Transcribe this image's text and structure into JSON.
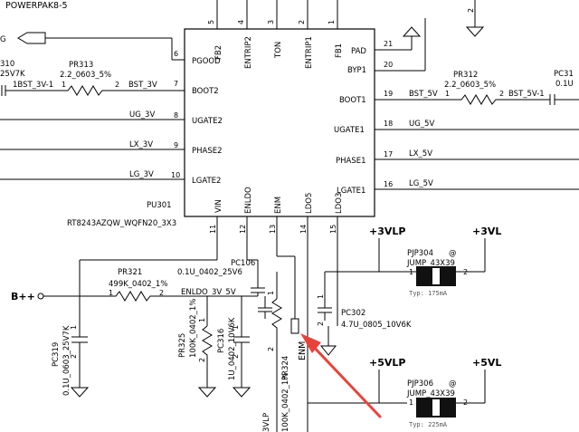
{
  "ic": {
    "title": "POWERPAK8-5",
    "refdes": "PU301",
    "part": "RT8243AZQW_WQFN20_3X3",
    "top_pins": [
      {
        "num": "5",
        "name": "FB2"
      },
      {
        "num": "4",
        "name": "ENTRIP2"
      },
      {
        "num": "3",
        "name": "TON"
      },
      {
        "num": "2",
        "name": "ENTRIP1"
      },
      {
        "num": "1",
        "name": "FB1"
      }
    ],
    "left_pins": [
      {
        "num": "6",
        "name": "PGOOD"
      },
      {
        "num": "7",
        "name": "BOOT2"
      },
      {
        "num": "8",
        "name": "UGATE2"
      },
      {
        "num": "9",
        "name": "PHASE2"
      },
      {
        "num": "10",
        "name": "LGATE2"
      }
    ],
    "right_pins": [
      {
        "num": "21",
        "name": "PAD"
      },
      {
        "num": "20",
        "name": "BYP1"
      },
      {
        "num": "19",
        "name": "BOOT1"
      },
      {
        "num": "18",
        "name": "UGATE1"
      },
      {
        "num": "17",
        "name": "PHASE1"
      },
      {
        "num": "16",
        "name": "LGATE1"
      }
    ],
    "bottom_pins": [
      {
        "num": "11",
        "name": "VIN"
      },
      {
        "num": "12",
        "name": "ENLDO"
      },
      {
        "num": "13",
        "name": "ENM"
      },
      {
        "num": "14",
        "name": "LDO5"
      },
      {
        "num": "15",
        "name": "LDO3"
      }
    ]
  },
  "nets": {
    "bst_3v1": "1BST_3V-1",
    "bst_3v": "BST_3V",
    "ug_3v": "UG_3V",
    "lx_3v": "LX_3V",
    "lg_3v": "LG_3V",
    "bst_5v": "BST_5V",
    "bst_5v1": "BST_5V-1",
    "ug_5v": "UG_5V",
    "lx_5v": "LX_5V",
    "lg_5v": "LG_5V",
    "enldo_3v_5v": "ENLDO_3V_5V",
    "bpp": "B++",
    "pgood_port": "G",
    "enm_label": "ENM",
    "enm_arrow_label": "3VLP",
    "3vlp": "+3VLP",
    "3vl": "+3VL",
    "5vlp": "+5VLP",
    "5vl": "+5VL"
  },
  "parts": {
    "pr313": {
      "ref": "PR313",
      "value": "2.2_0603_5%",
      "p1": "1",
      "p2": "2"
    },
    "pr312": {
      "ref": "PR312",
      "value": "2.2_0603_5%",
      "p1": "1",
      "p2": "2"
    },
    "pc310": {
      "ref": "310",
      "value": "25V7K"
    },
    "pc31x": {
      "ref": "PC31",
      "value": "0.1U"
    },
    "pr321": {
      "ref": "PR321",
      "value": "499K_0402_1%",
      "p1": "1",
      "p2": "2"
    },
    "pc106": {
      "ref": "PC106",
      "value": "0.1U_0402_25V6"
    },
    "pc319": {
      "ref": "PC319",
      "value": "0.1U_0603_25V7K",
      "p1": "1",
      "p2": "2"
    },
    "pr325": {
      "ref": "PR325",
      "value": "100K_0402_1%",
      "p1": "1",
      "p2": "2"
    },
    "pc316": {
      "ref": "PC316",
      "value": "1U_0402_10V6K",
      "p1": "1",
      "p2": "2"
    },
    "pr324": {
      "ref": "PR324",
      "value": "100K_0402_1%",
      "p1": "1",
      "p2": "2"
    },
    "pc302": {
      "ref": "PC302",
      "value": "4.7U_0805_10V6K",
      "p1": "1",
      "p2": "2"
    },
    "pjp304": {
      "ref": "PJP304",
      "at": "@",
      "type": "JUMP_43X39",
      "p1": "1",
      "p2": "2",
      "rating": "Typ: 175mA"
    },
    "pjp306": {
      "ref": "PJP306",
      "at": "@",
      "type": "JUMP_43X39",
      "p1": "1",
      "p2": "2",
      "rating": "Typ: 225mA"
    },
    "top_right_pin": "2"
  },
  "colors": {
    "wire": "#000000",
    "arrow": "#e8433a"
  }
}
